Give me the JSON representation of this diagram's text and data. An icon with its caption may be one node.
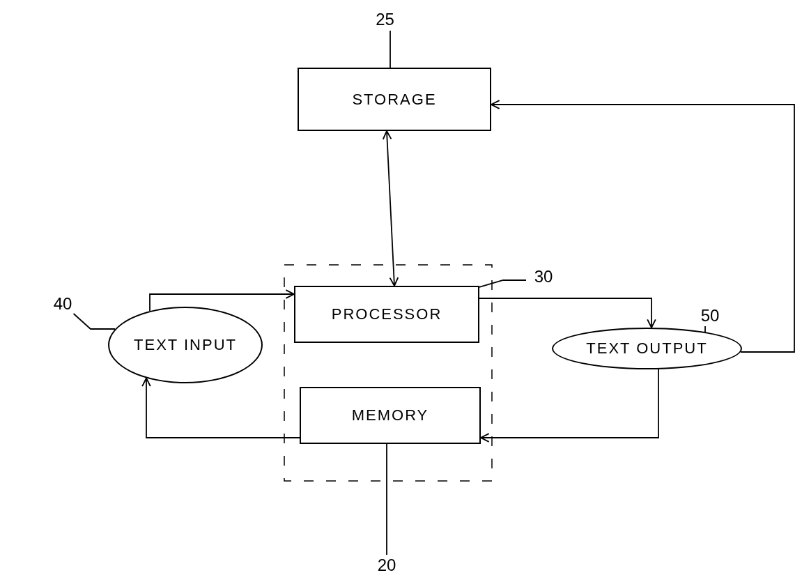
{
  "diagram": {
    "nodes": [
      {
        "text": [
          "25"
        ]
      },
      {
        "text": [
          "STORAGE"
        ]
      },
      {
        "text": [
          "30"
        ]
      },
      {
        "text": [
          "PROCESSOR"
        ]
      },
      {
        "text": [
          "40"
        ]
      },
      {
        "text": [
          "TEXT INPUT"
        ]
      },
      {
        "text": [
          "50"
        ]
      },
      {
        "text": [
          "TEXT OUTPUT"
        ]
      },
      {
        "text": [
          "MEMORY"
        ]
      },
      {
        "text": [
          "20"
        ]
      }
    ],
    "edges": [
      {
        "from": 1,
        "to": 3,
        "arrow": "both"
      },
      {
        "from": 5,
        "to": 3,
        "arrow": "to"
      },
      {
        "from": 3,
        "to": 7,
        "arrow": "to"
      },
      {
        "from": 7,
        "to": 1,
        "arrow": "to"
      },
      {
        "from": 7,
        "to": 8,
        "arrow": "to"
      },
      {
        "from": 8,
        "to": 5,
        "arrow": "to"
      },
      {
        "from": 0,
        "to": 1,
        "arrow": "none"
      },
      {
        "from": 2,
        "to": 3,
        "arrow": "none"
      },
      {
        "from": 4,
        "to": 5,
        "arrow": "none"
      },
      {
        "from": 6,
        "to": 7,
        "arrow": "none"
      },
      {
        "from": 9,
        "to": 8,
        "arrow": "none"
      }
    ]
  }
}
